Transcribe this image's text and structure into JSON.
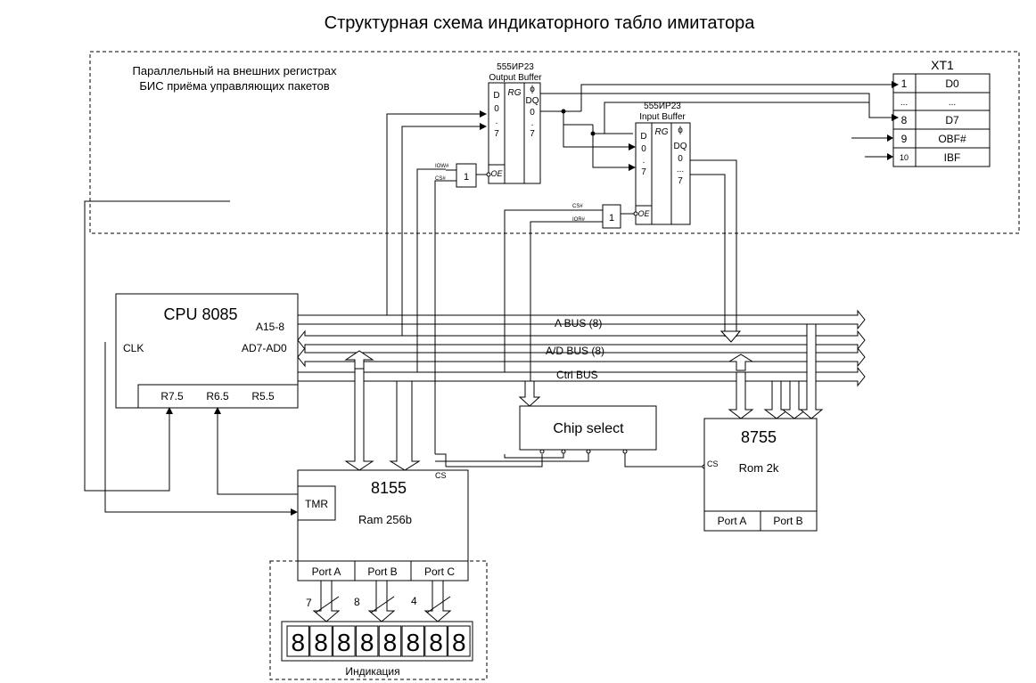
{
  "title": "Структурная схема индикаторного табло имитатора",
  "parallel_note": [
    "Параллельный на внешних регистрах",
    "БИС приёма управляющих пакетов"
  ],
  "output_buffer": {
    "chip": "555ИР23",
    "name": "Output Buffer",
    "rg": "RG",
    "phi": "ϕ",
    "dq": "DQ",
    "oe": "OE",
    "d": "D",
    "in_pins": [
      "0",
      ".",
      "7"
    ],
    "out_pins": [
      "0",
      ".",
      "7"
    ]
  },
  "input_buffer": {
    "chip": "555ИР23",
    "name": "Input Buffer",
    "rg": "RG",
    "phi": "ϕ",
    "dq": "DQ",
    "oe": "OE",
    "d": "D",
    "in_pins": [
      "0",
      ".",
      "7"
    ],
    "out_pins": [
      "0",
      "...",
      "7"
    ]
  },
  "gate_out": {
    "label": "1",
    "in1": "IOW#",
    "in2": "CS#"
  },
  "gate_in": {
    "label": "1",
    "in1": "CS#",
    "in2": "IOR#"
  },
  "connector": {
    "title": "XT1",
    "rows": [
      {
        "pin": "1",
        "signal": "D0"
      },
      {
        "pin": "...",
        "signal": "..."
      },
      {
        "pin": "8",
        "signal": "D7"
      },
      {
        "pin": "9",
        "signal": "OBF#"
      },
      {
        "pin": "10",
        "signal": "IBF"
      }
    ]
  },
  "cpu": {
    "title": "CPU 8085",
    "a15": "A15-8",
    "ad": "AD7-AD0",
    "clk": "CLK",
    "r75": "R7.5",
    "r65": "R6.5",
    "r55": "R5.5"
  },
  "buses": {
    "a": "A BUS (8)",
    "ad": "A/D BUS (8)",
    "ctrl": "Ctrl BUS"
  },
  "chip_select": "Chip select",
  "ram8155": {
    "title": "8155",
    "sub": "Ram 256b",
    "tmr": "TMR",
    "cs": "CS",
    "ports": [
      "Port A",
      "Port B",
      "Port C"
    ]
  },
  "rom8755": {
    "title": "8755",
    "sub": "Rom 2k",
    "cs": "CS",
    "ports": [
      "Port A",
      "Port B"
    ]
  },
  "bus_widths": [
    "7",
    "8",
    "4"
  ],
  "display": {
    "digits": "88888888",
    "label": "Индикация"
  }
}
